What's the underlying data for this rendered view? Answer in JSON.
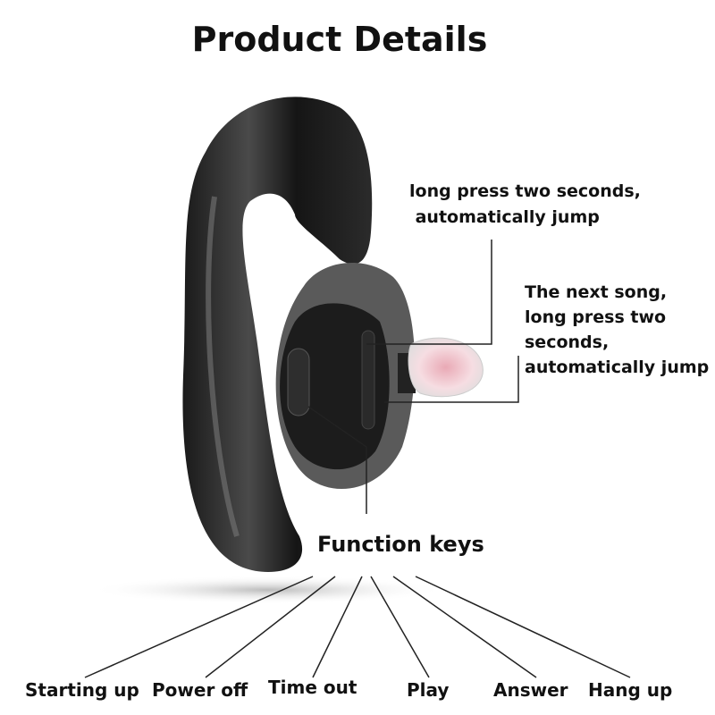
{
  "title": "Product Details",
  "callouts": [
    {
      "lines": [
        "long press two seconds,",
        " automatically jump"
      ]
    },
    {
      "lines": [
        "The next song,",
        "long press two",
        "seconds,",
        "automatically jump"
      ]
    }
  ],
  "function_keys_label": "Function keys",
  "functions": [
    "Starting up",
    "Power off",
    "Time out",
    "Play",
    "Answer",
    "Hang up"
  ]
}
